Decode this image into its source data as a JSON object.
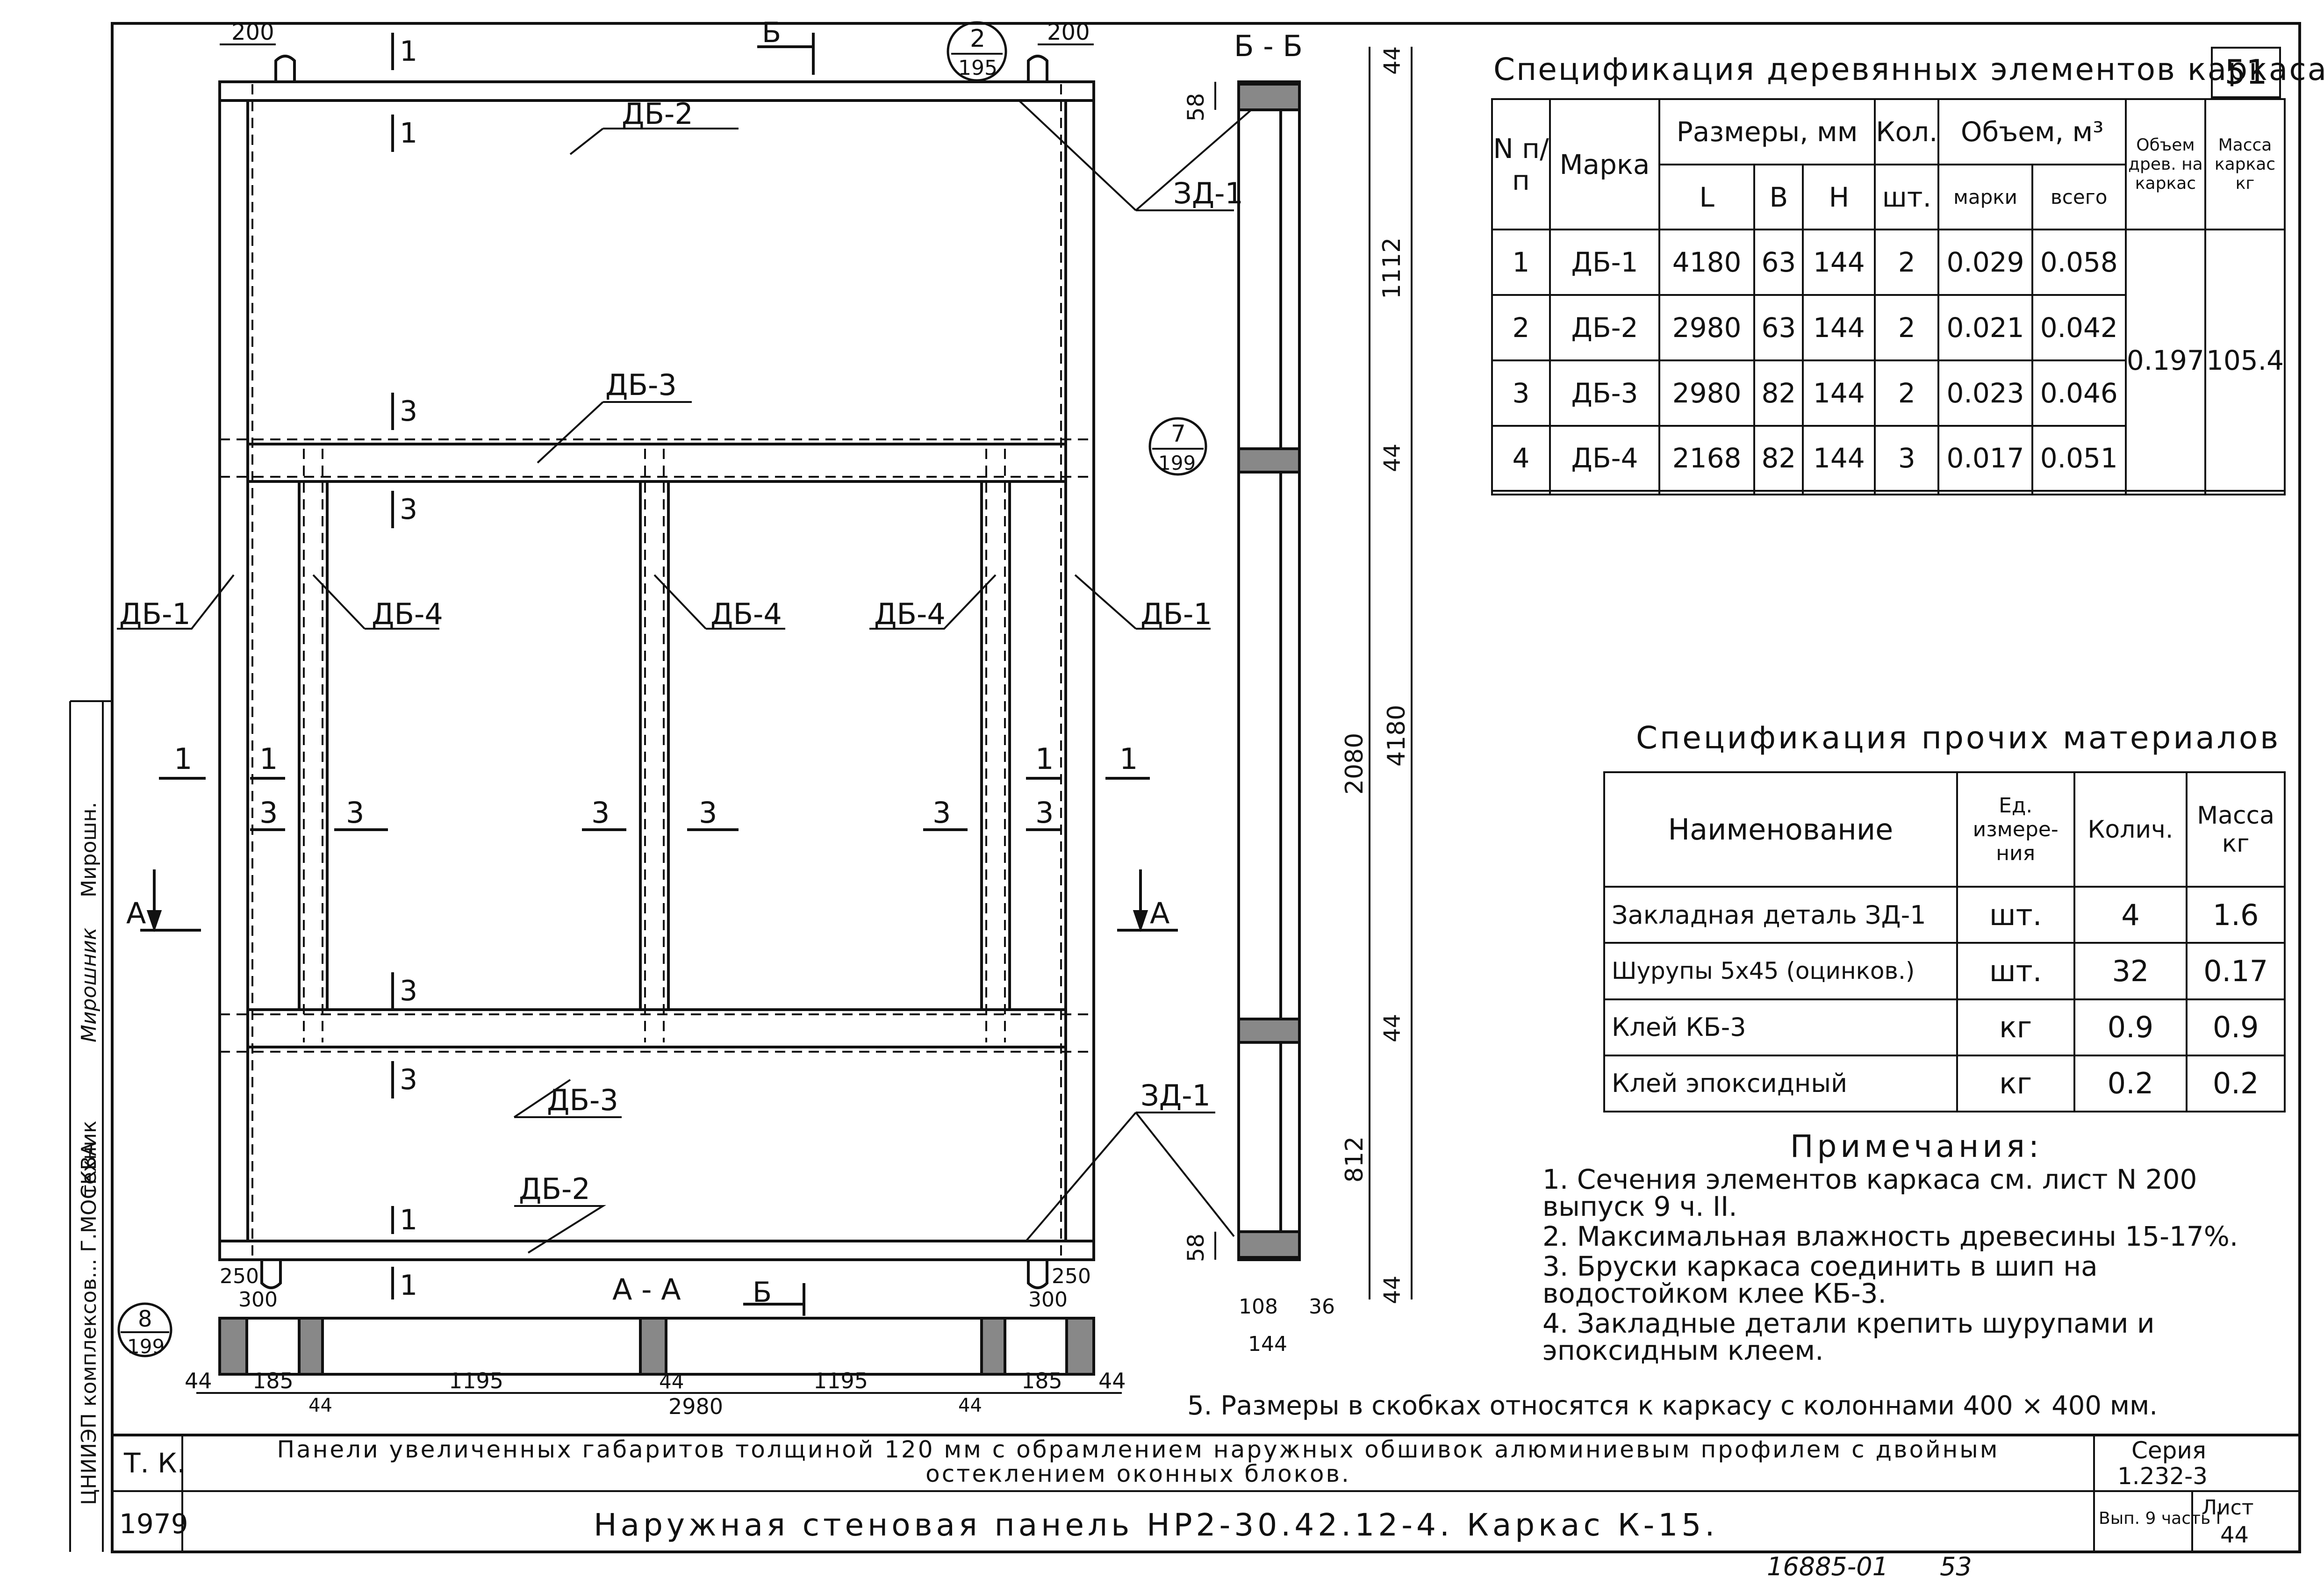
{
  "sheet_number": "51",
  "wood_spec": {
    "title": "Спецификация деревянных элементов каркаса",
    "headers": {
      "num": "N п/п",
      "mark": "Марка",
      "sizes": "Размеры, мм",
      "l": "L",
      "b": "B",
      "h": "H",
      "qty": "Кол.",
      "qty_unit": "шт.",
      "volume": "Объем, м³",
      "vol_mark": "марки",
      "vol_total": "всего",
      "vol_frame": "Объем древ. на каркас",
      "mass": "Масса каркас кг"
    },
    "rows": [
      {
        "n": "1",
        "mark": "ДБ-1",
        "l": "4180",
        "b": "63",
        "h": "144",
        "qty": "2",
        "v_mark": "0.029",
        "v_total": "0.058"
      },
      {
        "n": "2",
        "mark": "ДБ-2",
        "l": "2980",
        "b": "63",
        "h": "144",
        "qty": "2",
        "v_mark": "0.021",
        "v_total": "0.042"
      },
      {
        "n": "3",
        "mark": "ДБ-3",
        "l": "2980",
        "b": "82",
        "h": "144",
        "qty": "2",
        "v_mark": "0.023",
        "v_total": "0.046"
      },
      {
        "n": "4",
        "mark": "ДБ-4",
        "l": "2168",
        "b": "82",
        "h": "144",
        "qty": "3",
        "v_mark": "0.017",
        "v_total": "0.051"
      }
    ],
    "frame_volume": "0.197",
    "frame_mass": "105.4"
  },
  "other_spec": {
    "title": "Спецификация прочих материалов",
    "headers": {
      "name": "Наименование",
      "unit": "Ед. измере-ния",
      "qty": "Колич.",
      "mass": "Масса кг"
    },
    "rows": [
      {
        "name": "Закладная деталь ЗД-1",
        "unit": "шт.",
        "qty": "4",
        "mass": "1.6"
      },
      {
        "name": "Шурупы 5х45 (оцинков.)",
        "unit": "шт.",
        "qty": "32",
        "mass": "0.17"
      },
      {
        "name": "Клей КБ-3",
        "unit": "кг",
        "qty": "0.9",
        "mass": "0.9"
      },
      {
        "name": "Клей эпоксидный",
        "unit": "кг",
        "qty": "0.2",
        "mass": "0.2"
      }
    ]
  },
  "notes": {
    "title": "Примечания:",
    "items": [
      "1. Сечения элементов каркаса см. лист N 200 выпуск 9 ч. II.",
      "2. Максимальная влажность древесины 15-17%.",
      "3. Бруски каркаса соединить в шип на водостойком клее КБ-3.",
      "4. Закладные детали крепить шурупами и эпоксидным клеем.",
      "5. Размеры в скобках относятся к каркасу с колоннами 400 × 400 мм."
    ]
  },
  "drawing": {
    "marks": {
      "db1": "ДБ-1",
      "db2": "ДБ-2",
      "db3": "ДБ-3",
      "db4": "ДБ-4",
      "zd1": "ЗД-1"
    },
    "section_labels": {
      "one": "1",
      "three": "3",
      "a": "А",
      "b": "Б",
      "aa": "А - А",
      "bb": "Б - Б"
    },
    "callouts": [
      {
        "top": "2",
        "bottom": "195"
      },
      {
        "top": "7",
        "bottom": "199"
      },
      {
        "top": "8",
        "bottom": "199"
      }
    ],
    "dims": {
      "d200": "200",
      "d58": "58",
      "d44": "44",
      "d1112": "1112",
      "d2080": "2080",
      "d4180": "4180",
      "d812": "812",
      "d108": "108",
      "d36": "36",
      "d144": "144",
      "d250": "250",
      "d300": "300",
      "d185": "185",
      "d1195": "1195",
      "d2980": "2980"
    }
  },
  "title_block": {
    "org": "ЦНИИЭП комплексов... Г.МОСКВА",
    "tk": "Т. К.",
    "year": "1979",
    "line1": "Панели увеличенных габаритов толщиной 120 мм с обрамлением наружных обшивок алюминиевым профилем с двойным остеклением оконных блоков.",
    "line2": "Наружная стеновая панель НР2-30.42.12-4. Каркас К-15.",
    "series_label": "Серия",
    "series": "1.232-3",
    "issue": "Вып. 9 часть I",
    "sheet_label": "Лист",
    "sheet": "44",
    "role": "техник",
    "signature": "Мирошник",
    "signature_name": "Мирошн."
  },
  "footer": {
    "inventory": "16885-01",
    "page": "53"
  }
}
